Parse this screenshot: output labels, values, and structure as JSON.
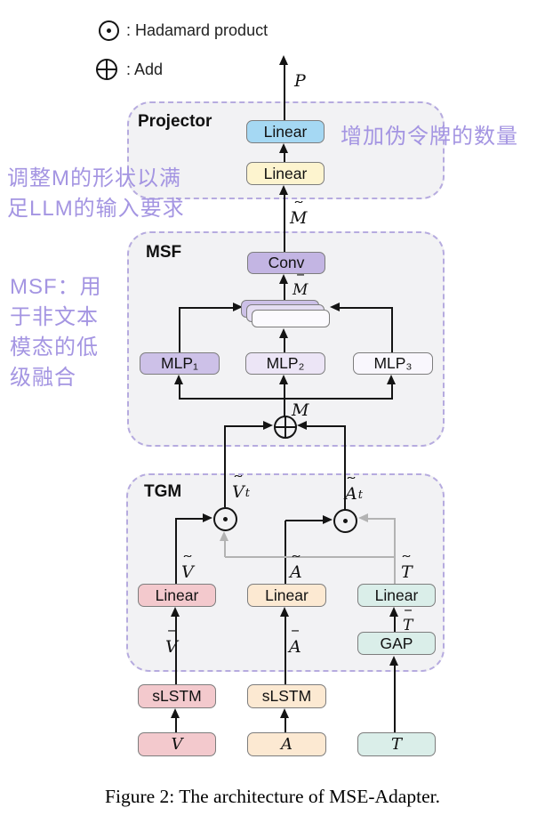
{
  "legend": {
    "hadamard_label": ": Hadamard product",
    "add_label": ": Add"
  },
  "annotations": {
    "right_top": "增加伪令牌的数量",
    "left_top": [
      "调整M的形状以满",
      "足LLM的输入要求"
    ],
    "left_mid": [
      "MSF：用",
      "于非文本",
      "模态的低",
      "级融合"
    ]
  },
  "projector": {
    "title": "Projector",
    "linear_out": "Linear",
    "linear_in": "Linear"
  },
  "msf": {
    "title": "MSF",
    "conv": "Conv",
    "mlps": [
      "MLP₁",
      "MLP₂",
      "MLP₃"
    ]
  },
  "tgm": {
    "title": "TGM",
    "linear_v": "Linear",
    "linear_a": "Linear",
    "linear_t": "Linear",
    "gap": "GAP"
  },
  "encoders": {
    "slstm_v": "sLSTM",
    "slstm_a": "sLSTM"
  },
  "inputs": {
    "v": "V",
    "a": "A",
    "t": "T"
  },
  "math": {
    "p": {
      "base": "P"
    },
    "m_tilde": {
      "acc": "˜",
      "base": "M"
    },
    "m_bar": {
      "acc": "ˉ",
      "base": "M"
    },
    "m": {
      "base": "M"
    },
    "v_t": {
      "acc": "˜",
      "base": "V",
      "sub": "t"
    },
    "a_t": {
      "acc": "˜",
      "base": "A",
      "sub": "t"
    },
    "v_tilde": {
      "acc": "˜",
      "base": "V"
    },
    "a_tilde": {
      "acc": "˜",
      "base": "A"
    },
    "t_tilde": {
      "acc": "˜",
      "base": "T"
    },
    "v_bar": {
      "acc": "ˉ",
      "base": "V"
    },
    "a_bar": {
      "acc": "ˉ",
      "base": "A"
    },
    "t_bar": {
      "acc": "ˉ",
      "base": "T"
    }
  },
  "caption": "Figure 2: The architecture of MSE-Adapter.",
  "colors": {
    "annotation_purple": "#a495e2",
    "module_border": "#b6abdf",
    "module_fill": "#f2f2f4",
    "line_gray": "#b3b3b3",
    "linear_blue": "#a5d8f3",
    "linear_cream": "#fdf4cf",
    "conv_purple": "#c3b5e3",
    "mlp1_purple": "#cdc1e8",
    "mlp2_purple": "#ece5f6",
    "mlp3_purple": "#f9f7fd",
    "pink": "#f3c9cd",
    "peach": "#fce9d2",
    "teal": "#daeee9"
  }
}
